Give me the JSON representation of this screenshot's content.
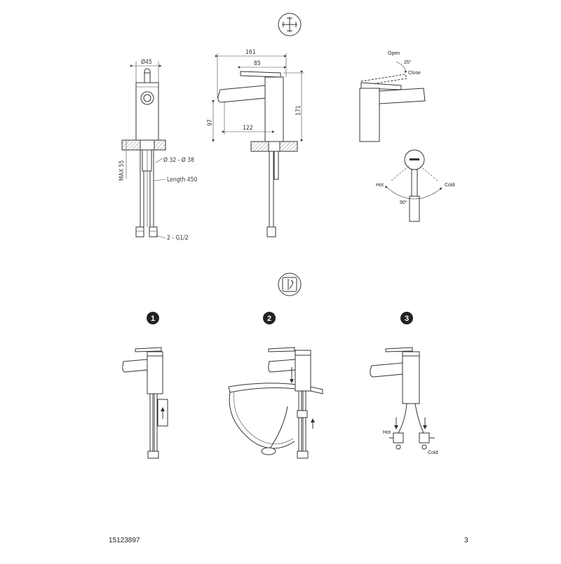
{
  "dimensions": {
    "diam_45": "Ø45",
    "width_161": "161",
    "width_85": "85",
    "height_171": "171",
    "height_97": "97",
    "reach_122": "122",
    "max_55": "MAX 55",
    "hole_diam": "Ø 32 - Ø 38",
    "hose_length": "Length 450",
    "connector": "2 - G1/2"
  },
  "operation": {
    "open": "Open",
    "angle_25": "25°",
    "close": "Close",
    "hot": "Hot",
    "cold": "Cold",
    "angle_90": "90°"
  },
  "steps": {
    "step1": "1",
    "step2": "2",
    "step3": "3",
    "hot": "Hot",
    "cold": "Cold"
  },
  "footer": {
    "doc_number": "15123897",
    "page_number": "3"
  },
  "icons": [
    "dimensions-icon",
    "installation-wrench-icon"
  ]
}
